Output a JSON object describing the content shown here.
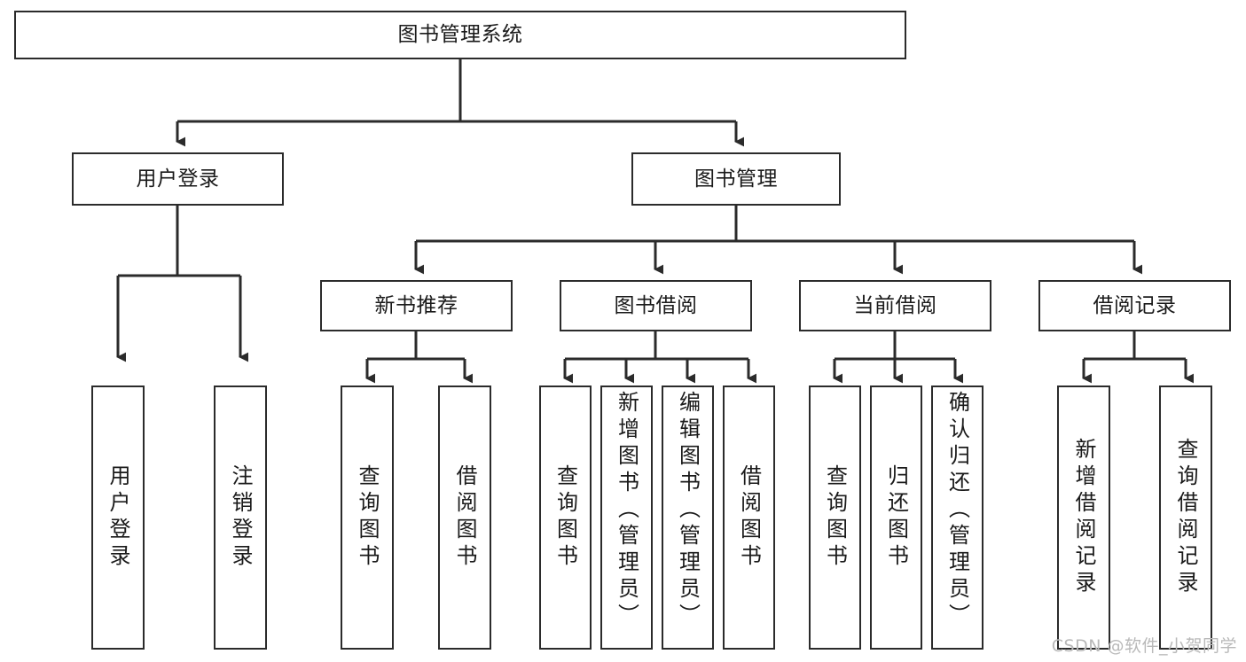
{
  "diagram": {
    "title": "图书管理系统",
    "type": "tree-hierarchy-diagram",
    "colors": {
      "stroke": "#2b2b2b",
      "fill": "#ffffff",
      "text": "#1a1a1a",
      "watermark": "#b9b9b9"
    },
    "root": {
      "id": "root",
      "label": "图书管理系统"
    },
    "level2": [
      {
        "id": "user-login",
        "label": "用户登录"
      },
      {
        "id": "book-manage",
        "label": "图书管理"
      }
    ],
    "level3": [
      {
        "id": "new-book-rec",
        "label": "新书推荐"
      },
      {
        "id": "book-borrow",
        "label": "图书借阅"
      },
      {
        "id": "current-borrow",
        "label": "当前借阅"
      },
      {
        "id": "borrow-record",
        "label": "借阅记录"
      }
    ],
    "leaves": [
      {
        "id": "leaf-user-login",
        "label": "用户登录",
        "align": "mid"
      },
      {
        "id": "leaf-logout-login",
        "label": "注销登录",
        "align": "mid"
      },
      {
        "id": "leaf-query-book-1",
        "label": "查询图书",
        "align": "mid"
      },
      {
        "id": "leaf-borrow-book-1",
        "label": "借阅图书",
        "align": "mid"
      },
      {
        "id": "leaf-query-book-2",
        "label": "查询图书",
        "align": "mid"
      },
      {
        "id": "leaf-add-book-admin",
        "label": "新增图书（管理员）",
        "align": "top"
      },
      {
        "id": "leaf-edit-book-admin",
        "label": "编辑图书（管理员）",
        "align": "top"
      },
      {
        "id": "leaf-borrow-book-2",
        "label": "借阅图书",
        "align": "mid"
      },
      {
        "id": "leaf-query-book-3",
        "label": "查询图书",
        "align": "mid"
      },
      {
        "id": "leaf-return-book",
        "label": "归还图书",
        "align": "mid"
      },
      {
        "id": "leaf-confirm-return-admin",
        "label": "确认归还（管理员）",
        "align": "top"
      },
      {
        "id": "leaf-add-borrow-record",
        "label": "新增借阅记录",
        "align": "mid"
      },
      {
        "id": "leaf-query-borrow-record",
        "label": "查询借阅记录",
        "align": "mid"
      }
    ],
    "watermark": "CSDN @软件_小贺同学"
  }
}
